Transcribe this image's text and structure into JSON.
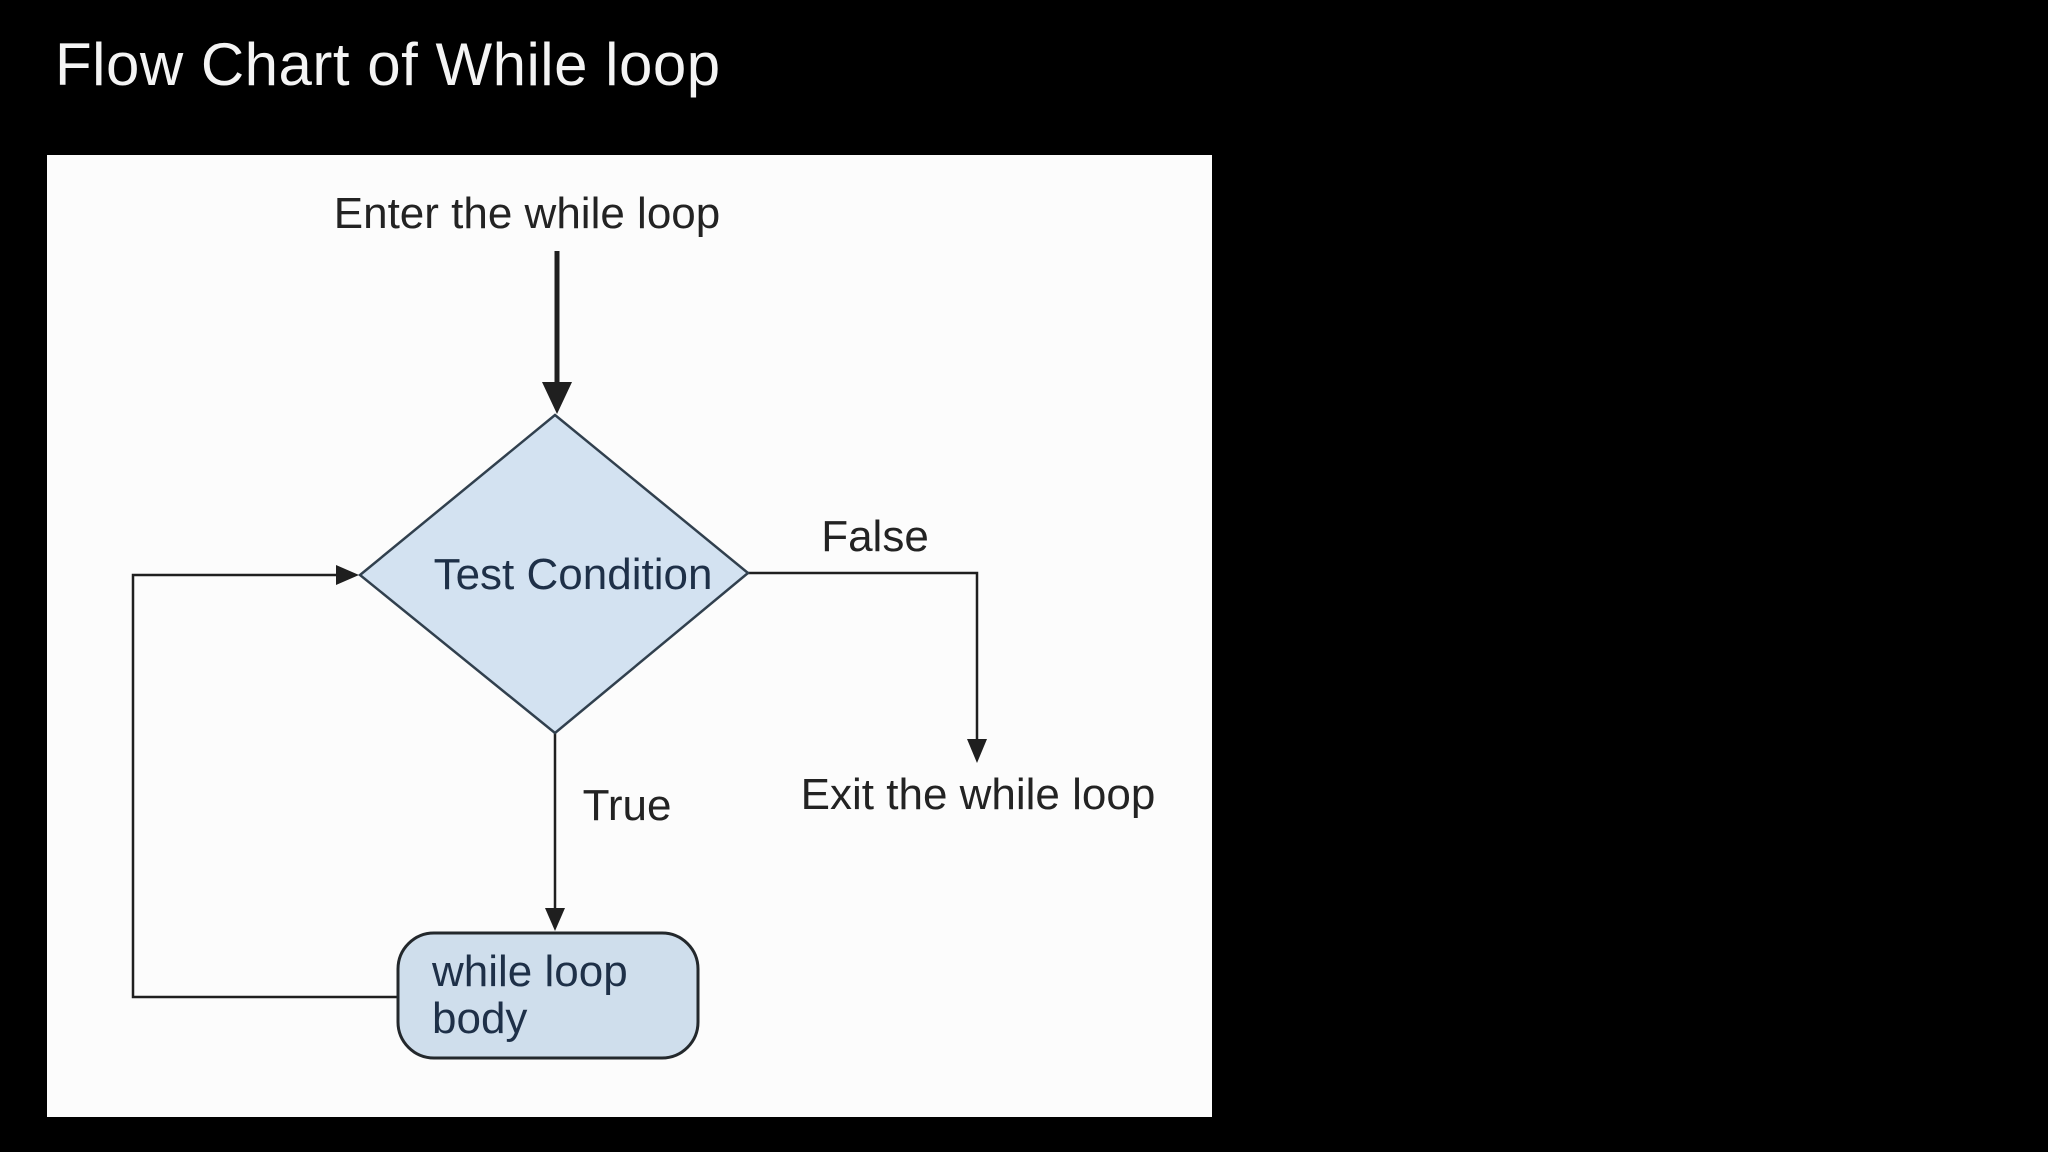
{
  "slide": {
    "title": "Flow Chart of While loop",
    "background_color": "#000000",
    "title_color": "#f4f4f4"
  },
  "flowchart": {
    "panel_color": "#fcfcfc",
    "line_color": "#1f1f1f",
    "labels": {
      "entry": "Enter the while loop",
      "condition": "Test Condition",
      "false_branch": "False",
      "true_branch": "True",
      "exit": "Exit the while loop",
      "body_line1": "while loop",
      "body_line2": "body"
    },
    "nodes": {
      "decision": {
        "shape": "diamond",
        "fill": "#d3e2f1",
        "stroke": "#31404e"
      },
      "process": {
        "shape": "rounded-rectangle",
        "fill": "#cfdeec",
        "stroke": "#23282c"
      }
    }
  }
}
